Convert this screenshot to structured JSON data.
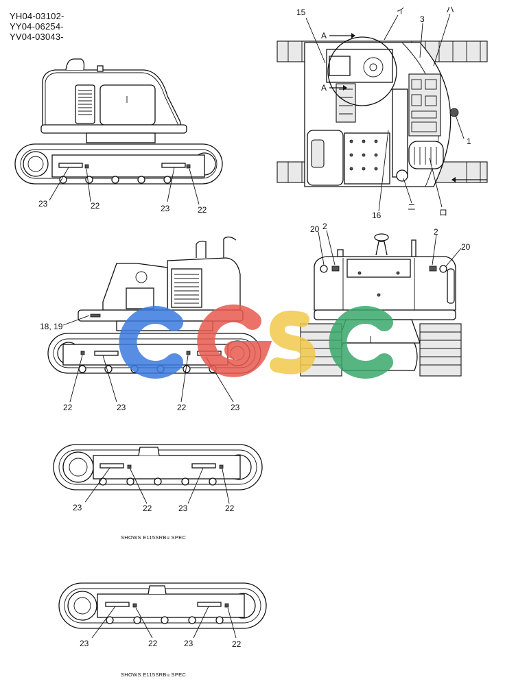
{
  "header": {
    "serial_codes": [
      "YH04-03102-",
      "YY04-06254-",
      "YV04-03043-"
    ]
  },
  "views": {
    "side_left": {
      "callouts": [
        "23",
        "22",
        "23",
        "22"
      ]
    },
    "top": {
      "callouts": [
        "15",
        "イ",
        "3",
        "ハ",
        "A",
        "A",
        "1",
        "16",
        "ニ",
        "ロ"
      ]
    },
    "side_right": {
      "callouts": [
        "18, 19",
        "22",
        "23",
        "22",
        "23"
      ]
    },
    "rear": {
      "callouts": [
        "20",
        "2",
        "2",
        "20"
      ]
    },
    "track_a": {
      "callouts": [
        "23",
        "22",
        "23",
        "22"
      ],
      "spec_note": "SHOWS  E115SRBu  SPEC"
    },
    "track_b": {
      "callouts": [
        "23",
        "22",
        "23",
        "22"
      ],
      "spec_note": "SHOWS  E115SRBu  SPEC"
    }
  },
  "watermark": {
    "text": "CGSC",
    "colors": [
      "#3a7be0",
      "#e85a4f",
      "#f2c94c",
      "#3aa86b"
    ]
  }
}
